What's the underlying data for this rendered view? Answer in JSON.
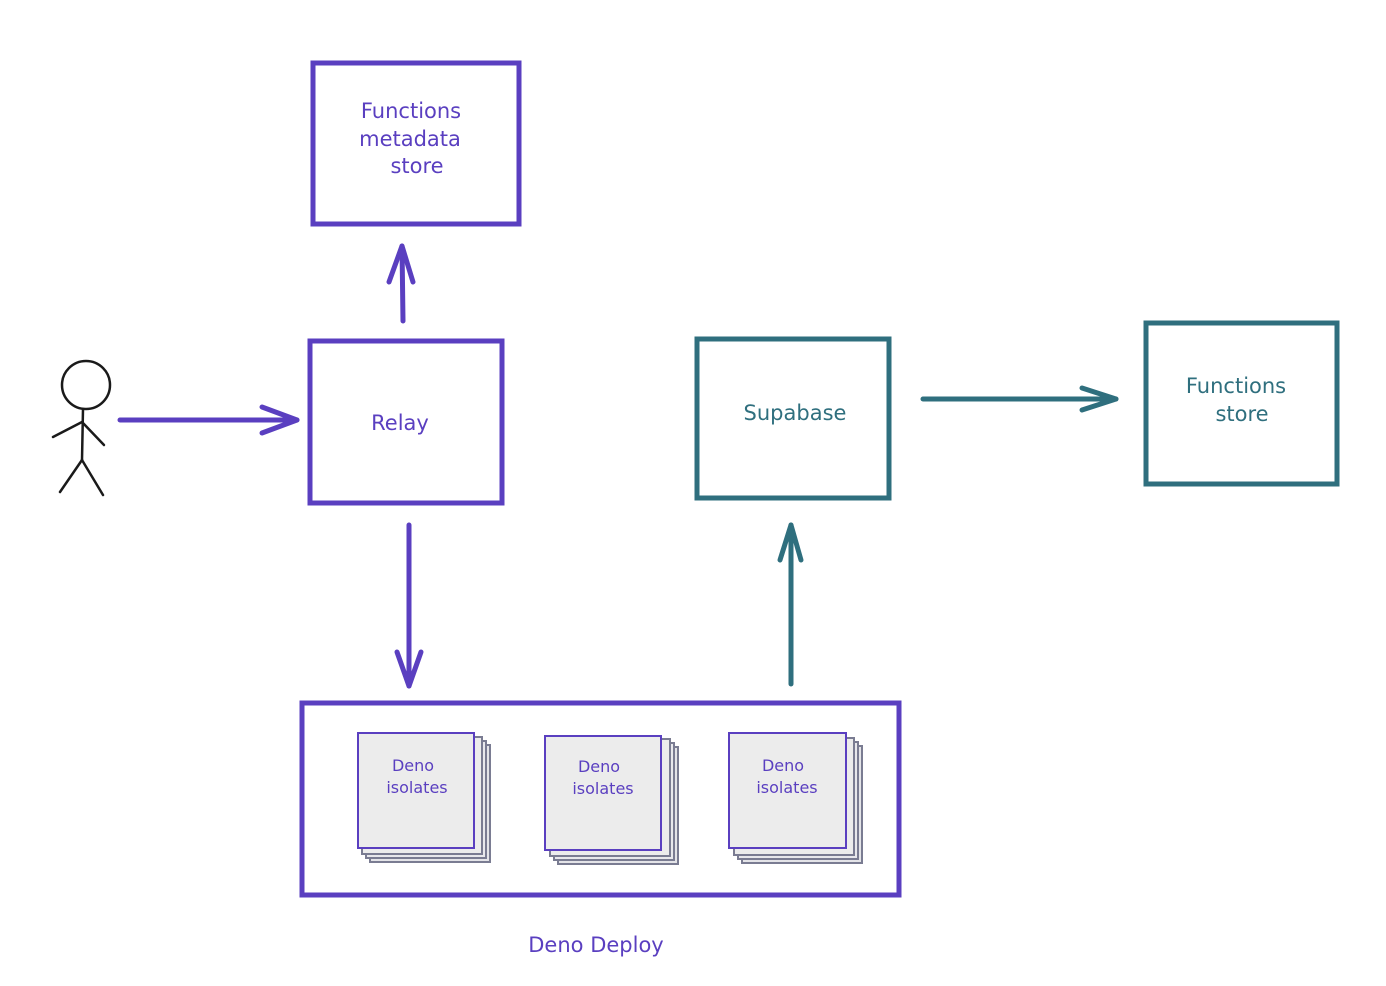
{
  "colors": {
    "purple": "#5a3fc0",
    "teal": "#2f6f7e",
    "isolate_fill": "#ececec",
    "isolate_stack": "#888aa0",
    "background": "#ffffff"
  },
  "nodes": {
    "metadata_store": {
      "line1": "Functions",
      "line2": "metadata",
      "line3": "store"
    },
    "relay": {
      "label": "Relay"
    },
    "supabase": {
      "label": "Supabase"
    },
    "functions_store": {
      "line1": "Functions",
      "line2": "store"
    },
    "deno_deploy": {
      "label": "Deno Deploy"
    },
    "isolates": [
      {
        "line1": "Deno",
        "line2": "isolates"
      },
      {
        "line1": "Deno",
        "line2": "isolates"
      },
      {
        "line1": "Deno",
        "line2": "isolates"
      }
    ]
  },
  "actor": {
    "icon": "stick-figure-icon"
  }
}
